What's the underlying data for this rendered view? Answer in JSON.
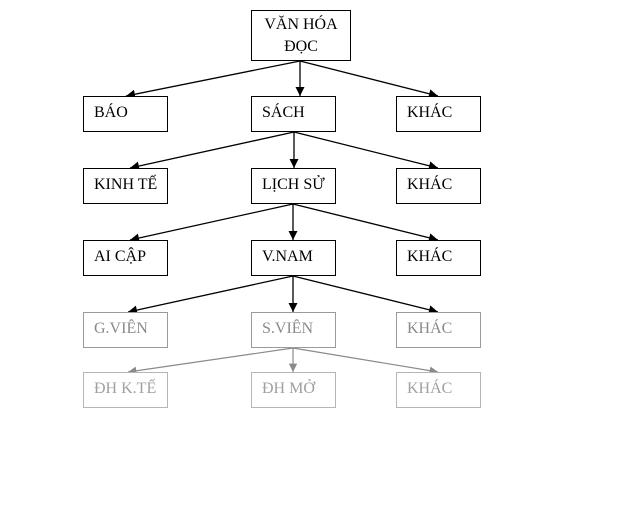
{
  "diagram": {
    "root": {
      "line1": "VĂN HÓA",
      "line2": "ĐỌC"
    },
    "rows": [
      {
        "left": "BÁO",
        "center": "SÁCH",
        "right": "KHÁC"
      },
      {
        "left": "KINH TẾ",
        "center": "LỊCH SỬ",
        "right": "KHÁC"
      },
      {
        "left": "AI CẬP",
        "center": "V.NAM",
        "right": "KHÁC"
      },
      {
        "left": "G.VIÊN",
        "center": "S.VIÊN",
        "right": "KHÁC"
      },
      {
        "left": "ĐH K.TẾ",
        "center": "ĐH MỞ",
        "right": "KHÁC"
      }
    ]
  }
}
